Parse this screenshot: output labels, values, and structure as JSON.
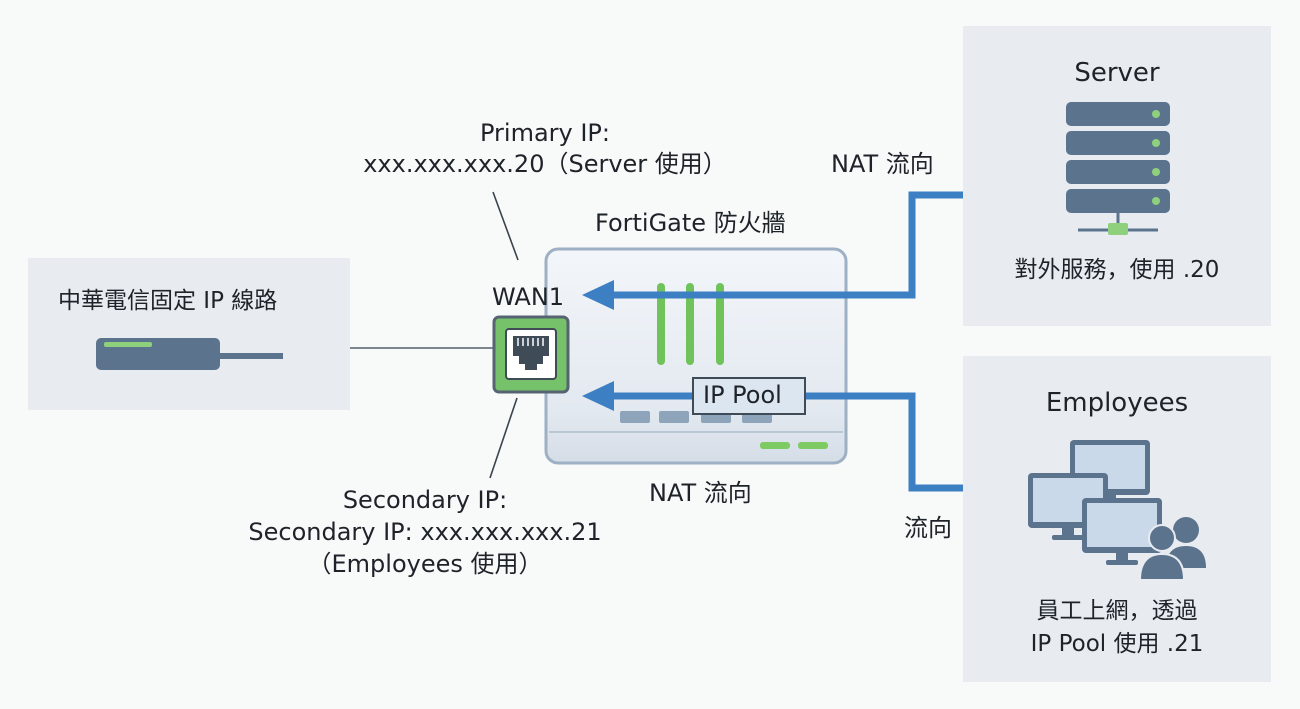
{
  "isp": {
    "label": "中華電信固定 IP 線路"
  },
  "primary_ip": {
    "label": "Primary IP:",
    "value": "xxx.xxx.xxx.20（Server 使用）"
  },
  "secondary_ip": {
    "label": "Secondary IP:",
    "value": "Secondary IP:  xxx.xxx.xxx.21",
    "usage": "（Employees 使用）"
  },
  "firewall": {
    "title": "FortiGate 防火牆",
    "port_label": "WAN1",
    "pool_label": "IP Pool",
    "nat_bottom_label": "NAT 流向"
  },
  "server": {
    "title": "Server",
    "caption": "對外服務，使用 .20",
    "nat_label": "NAT 流向"
  },
  "employees": {
    "title": "Employees",
    "caption_line1": "員工上網，透過",
    "caption_line2": "IP Pool 使用 .21",
    "flow_label": "流向"
  },
  "colors": {
    "panel": "#e8ecf1",
    "arrow": "#3d7fc3",
    "green": "#6fc35a",
    "port": "#76c26b",
    "device_dark": "#556e88"
  }
}
